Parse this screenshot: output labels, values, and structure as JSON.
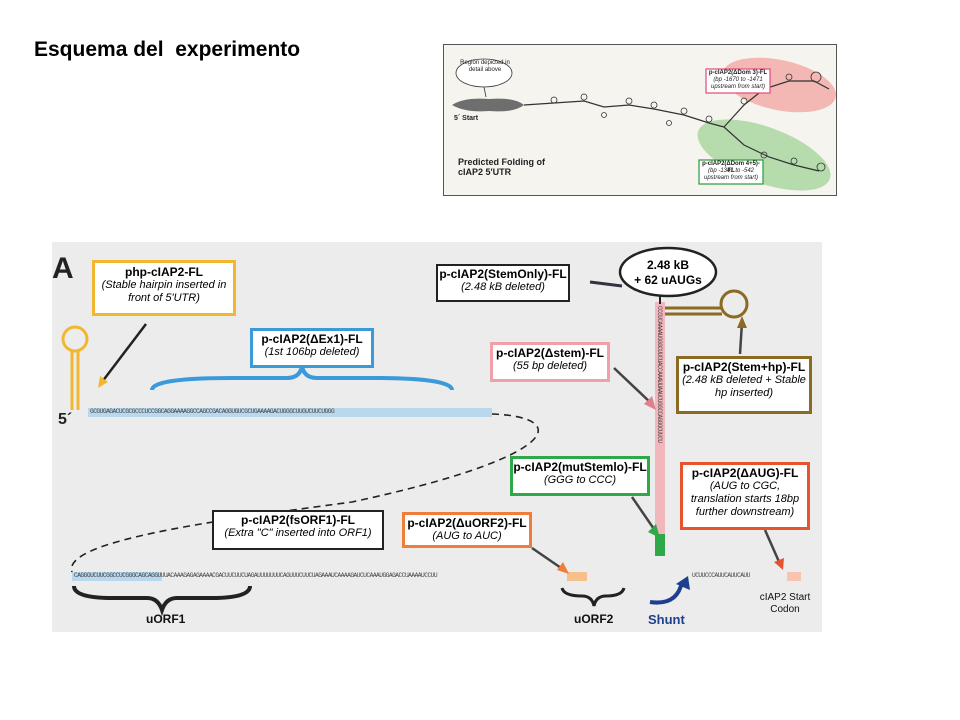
{
  "slide_title": "Esquema del  experimento",
  "inset": {
    "region_label": "Region depicted in detail above",
    "start_label": "5´ Start",
    "folding_label": "Predicted Folding of cIAP2 5'UTR",
    "dom3_box": {
      "title": "p-cIAP2(ΔDom 3)-FL",
      "desc": "(bp -1670 to -1471 upstream from start)"
    },
    "dom45_box": {
      "title": "p-cIAP2(ΔDom 4+5)-FL",
      "desc": "(bp -1341 to -542 upstream from start)"
    },
    "colors": {
      "red_region": "#f3b7b4",
      "green_region": "#b6dcae",
      "dark_region": "#6e6e6e"
    }
  },
  "panel": {
    "panel_letter": "A",
    "five_prime": "5´",
    "boxes": {
      "php": {
        "title": "php-cIAP2-FL",
        "desc": "(Stable hairpin inserted in front of 5'UTR)",
        "color": "#f2b731"
      },
      "dex1": {
        "title": "p-cIAP2(ΔEx1)-FL",
        "desc": "(1st 106bp deleted)",
        "color": "#3b9ad9"
      },
      "stemonly": {
        "title": "p-cIAP2(StemOnly)-FL",
        "desc": "(2.48 kB deleted)",
        "color": "#222222"
      },
      "dstem": {
        "title": "p-cIAP2(Δstem)-FL",
        "desc": "(55 bp deleted)",
        "color": "#f0a0a8"
      },
      "stemhp": {
        "title": "p-cIAP2(Stem+hp)-FL",
        "desc": "(2.48 kB deleted + Stable hp inserted)",
        "color": "#8b6a23"
      },
      "mutstem": {
        "title": "p-cIAP2(mutStemlo)-FL",
        "desc": "(GGG to CCC)",
        "color": "#2fa84a"
      },
      "daug": {
        "title": "p-cIAP2(ΔAUG)-FL",
        "desc": "(AUG to CGC, translation starts 18bp further downstream)",
        "color": "#e8532f"
      },
      "fsorf1": {
        "title": "p-cIAP2(fsORF1)-FL",
        "desc": "(Extra \"C\" inserted into ORF1)",
        "color": "#222222"
      },
      "duorf2": {
        "title": "p-cIAP2(ΔuORF2)-FL",
        "desc": "(AUG to AUC)",
        "color": "#ee7e3a"
      }
    },
    "ellipse": {
      "line1": "2.48 kB",
      "line2": "+ 62 uAUGs"
    },
    "seq_top": "GCGUGAGACUCGCGCCCUCCGGCAGGAAAAGGCCAGCCGACAGGUGUCGCUGAAAAGACUGGGCUUGUCUUCUGGG",
    "seq_bottom": "CAGGGUCUUCGGCCUCGGGCAGCAGGUUUACAAAGAGAGAAAACGACUUCUUCUAGAUUUUUUUCAGUUUCUUCUAGAAAUCAAAAGAUCUCAAAUGGAGACCUAAAAUCCUU",
    "seq_tail": "UCUUCCCAUUCAUUCAUU",
    "seq_stem": "CCCUCAAAAUGGGCUUCUACCAAAUUAAUCUGGCCAGGGCUUCU",
    "labels": {
      "uorf1": "uORF1",
      "uorf2": "uORF2",
      "shunt": "Shunt",
      "start_codon": "cIAP2 Start Codon"
    },
    "colors": {
      "blue": "#3b9ad9",
      "orange_hp": "#f2b731",
      "brown_hp": "#8b6a23",
      "shunt_blue": "#1e3f8f",
      "stem_pink": "#f2b7bd"
    }
  }
}
